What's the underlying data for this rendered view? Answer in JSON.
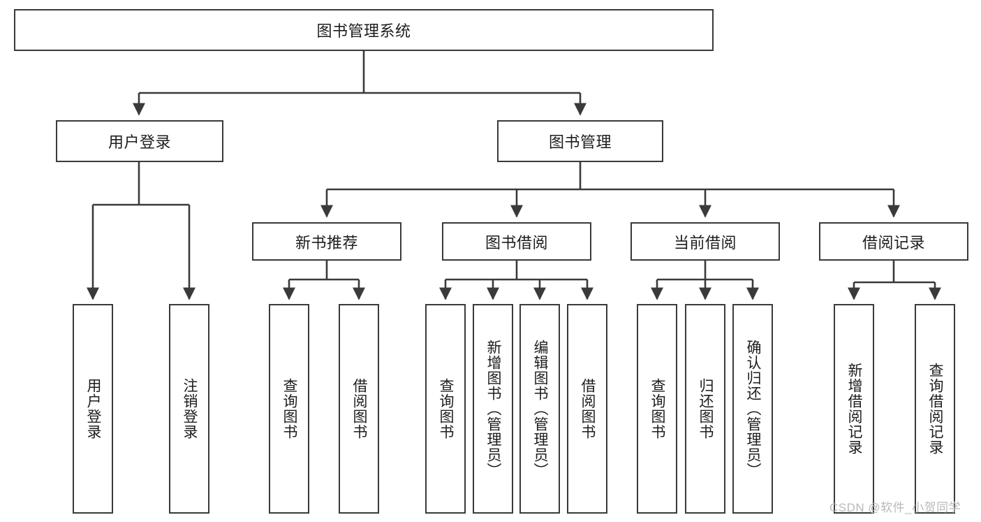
{
  "diagram": {
    "title": "图书管理系统",
    "type": "hierarchy-tree",
    "root": {
      "label": "图书管理系统"
    },
    "level2": [
      {
        "label": "用户登录"
      },
      {
        "label": "图书管理"
      }
    ],
    "level3": [
      {
        "label": "新书推荐"
      },
      {
        "label": "图书借阅"
      },
      {
        "label": "当前借阅"
      },
      {
        "label": "借阅记录"
      }
    ],
    "leaves": {
      "user_login": [
        {
          "label": "用户登录"
        },
        {
          "label": "注销登录"
        }
      ],
      "new_book_recommend": [
        {
          "label": "查询图书"
        },
        {
          "label": "借阅图书"
        }
      ],
      "book_borrow": [
        {
          "label": "查询图书"
        },
        {
          "label": "新增图书（管理员）"
        },
        {
          "label": "编辑图书（管理员）"
        },
        {
          "label": "借阅图书"
        }
      ],
      "current_borrow": [
        {
          "label": "查询图书"
        },
        {
          "label": "归还图书"
        },
        {
          "label": "确认归还（管理员）"
        }
      ],
      "borrow_record": [
        {
          "label": "新增借阅记录"
        },
        {
          "label": "查询借阅记录"
        }
      ]
    },
    "watermark": "CSDN @软件_小贺同学",
    "colors": {
      "border": "#3a3a3a",
      "text": "#1d1d1d",
      "background": "#ffffff",
      "watermark": "#b9b9b9"
    }
  }
}
